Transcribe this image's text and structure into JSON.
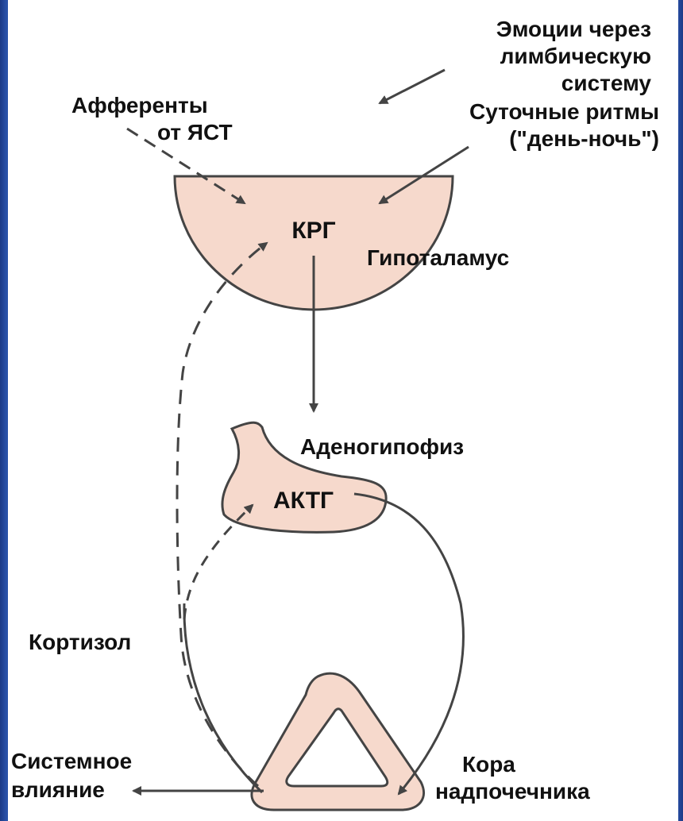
{
  "labels": {
    "emotions_line1": "Эмоции через",
    "emotions_line2": "лимбическую",
    "emotions_line3": "систему",
    "afferents_line1": "Афференты",
    "afferents_line2": "от ЯСТ",
    "circadian_line1": "Суточные ритмы",
    "circadian_line2": "(\"день-ночь\")",
    "hypothalamus": "Гипоталамус",
    "crh": "КРГ",
    "adenohypophysis": "Аденогипофиз",
    "acth": "АКТГ",
    "cortisol": "Кортизол",
    "systemic_line1": "Системное",
    "systemic_line2": "влияние",
    "cortex_line1": "Кора",
    "cortex_line2": "надпочечника"
  },
  "colors": {
    "organ_fill": "#f6d9cc",
    "stroke": "#444444",
    "frame_blue": "#2a52a8"
  }
}
